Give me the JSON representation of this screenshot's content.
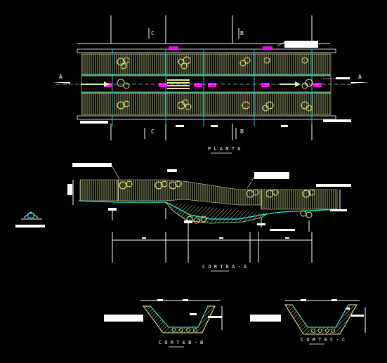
{
  "drawing": {
    "background": "#000000",
    "colors": {
      "line": "#ffffff",
      "hatch": "#e8f0a0",
      "grid": "#00c8c8",
      "marker": "#ff00ff",
      "stone": "#f0f070",
      "water": "#00ffff"
    }
  },
  "plan": {
    "title": "P L A N T A",
    "section_a_left": "A",
    "section_a_right": "A",
    "section_b_top": "B",
    "section_b_bottom": "B",
    "section_c_top": "C",
    "section_c_bottom": "C"
  },
  "section_aa": {
    "title": "C O R T E   A - A"
  },
  "section_bb": {
    "title": "C O R T E   B - B"
  },
  "section_cc": {
    "title": "C O R T E   C - C"
  }
}
